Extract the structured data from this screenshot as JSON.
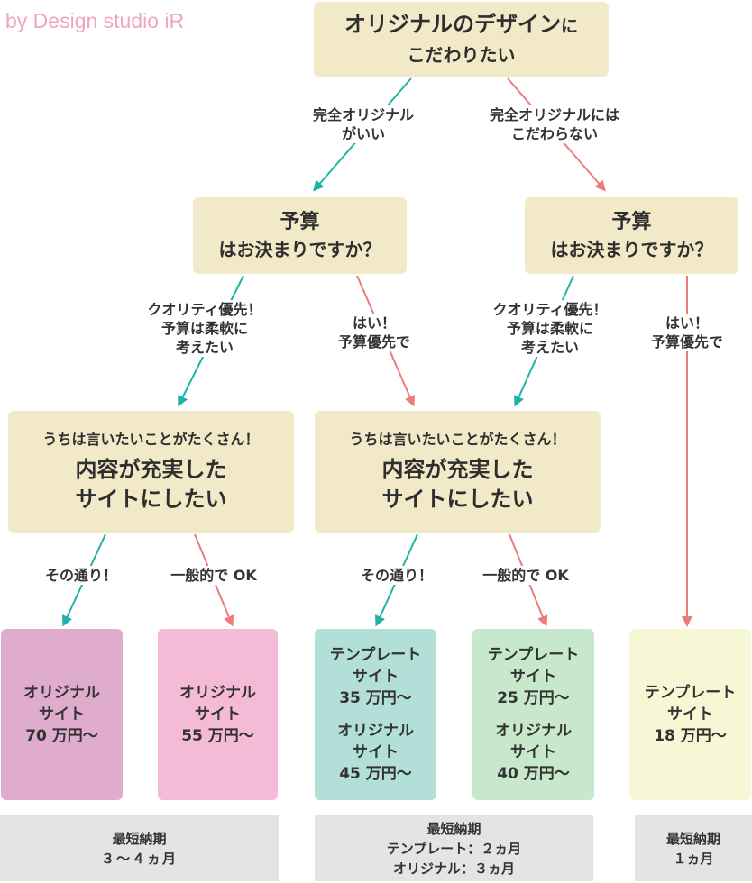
{
  "credit": "by Design studio iR",
  "root": {
    "line1": "オリジナルのデザイン",
    "line1_suffix": "に",
    "line2": "こだわりたい"
  },
  "branch_left_label": {
    "line1": "完全オリジナル",
    "line2": "がいい"
  },
  "branch_right_label": {
    "line1": "完全オリジナルには",
    "line2": "こだわらない"
  },
  "budget_left": {
    "line1": "予算",
    "line2": "はお決まりですか？"
  },
  "budget_right": {
    "line1": "予算",
    "line2": "はお決まりですか？"
  },
  "quality_label_left": {
    "line1": "クオリティ優先！",
    "line2": "予算は柔軟に",
    "line3": "考えたい"
  },
  "quality_label_right": {
    "line1": "クオリティ優先！",
    "line2": "予算は柔軟に",
    "line3": "考えたい"
  },
  "budget_priority_label_mid": {
    "line1": "はい！",
    "line2": "予算優先で"
  },
  "budget_priority_label_right": {
    "line1": "はい！",
    "line2": "予算優先で"
  },
  "content_left": {
    "sub": "うちは言いたいことがたくさん！",
    "line1": "内容が充実した",
    "line2": "サイトにしたい"
  },
  "content_right": {
    "sub": "うちは言いたいことがたくさん！",
    "line1": "内容が充実した",
    "line2": "サイトにしたい"
  },
  "yes_label_left": "その通り！",
  "general_label_left": "一般的で OK",
  "yes_label_right": "その通り！",
  "general_label_right": "一般的で OK",
  "results": {
    "r1": {
      "line1": "オリジナル",
      "line2": "サイト",
      "line3": "70 万円〜"
    },
    "r2": {
      "line1": "オリジナル",
      "line2": "サイト",
      "line3": "55 万円〜"
    },
    "r3": {
      "a1": "テンプレート",
      "a2": "サイト",
      "a3": "35 万円〜",
      "b1": "オリジナル",
      "b2": "サイト",
      "b3": "45 万円〜"
    },
    "r4": {
      "a1": "テンプレート",
      "a2": "サイト",
      "a3": "25 万円〜",
      "b1": "オリジナル",
      "b2": "サイト",
      "b3": "40 万円〜"
    },
    "r5": {
      "line1": "テンプレート",
      "line2": "サイト",
      "line3": "18 万円〜"
    }
  },
  "delivery": {
    "left": {
      "line1": "最短納期",
      "line2": "３〜４ヵ月"
    },
    "mid": {
      "line1": "最短納期",
      "line2": "テンプレート：２ヵ月",
      "line3": "オリジナル：３ヵ月"
    },
    "right": {
      "line1": "最短納期",
      "line2": "１ヵ月"
    }
  },
  "colors": {
    "node_bg": "#f2e9c9",
    "teal_arrow": "#1db3a6",
    "pink_arrow": "#ee7b7b",
    "result_purple": "#dfaccd",
    "result_pink": "#f5bad6",
    "result_teal": "#b3dfd9",
    "result_green": "#c8e8cb",
    "result_yellow": "#f5f7d5",
    "delivery_bg": "#e4e4e4",
    "credit": "#f0a4c4"
  }
}
